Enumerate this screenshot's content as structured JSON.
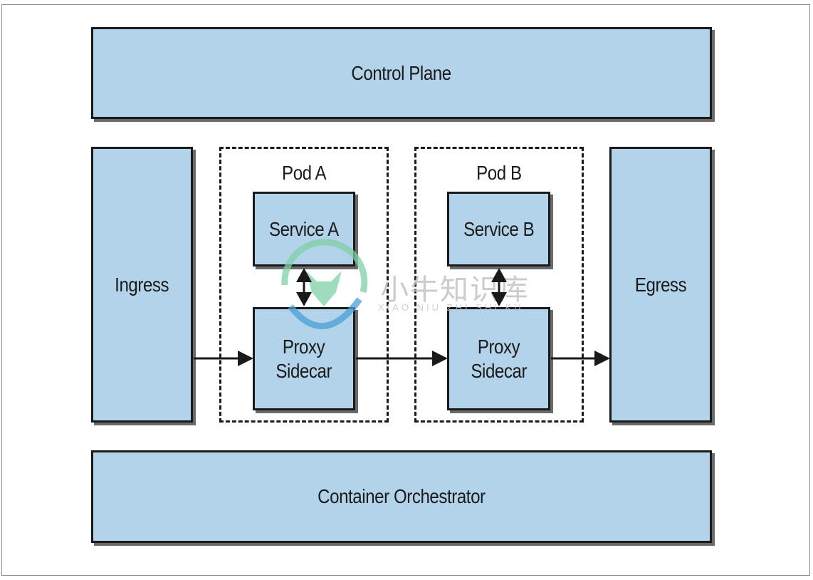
{
  "diagram": {
    "control_plane": "Control Plane",
    "ingress": "Ingress",
    "egress": "Egress",
    "container_orchestrator": "Container Orchestrator",
    "pod_a": {
      "title": "Pod A",
      "service": "Service A",
      "proxy_line1": "Proxy",
      "proxy_line2": "Sidecar"
    },
    "pod_b": {
      "title": "Pod B",
      "service": "Service B",
      "proxy_line1": "Proxy",
      "proxy_line2": "Sidecar"
    }
  },
  "watermark": {
    "text": "小牛知识库",
    "subtext": "XIAO NIU ZHI SHI KU",
    "icon": "bull-head-logo-icon"
  },
  "colors": {
    "box_fill": "#b3d3ea",
    "stroke": "#1a1a1a",
    "watermark_green": "#7fcfa8",
    "watermark_blue": "#4a9fd6"
  }
}
